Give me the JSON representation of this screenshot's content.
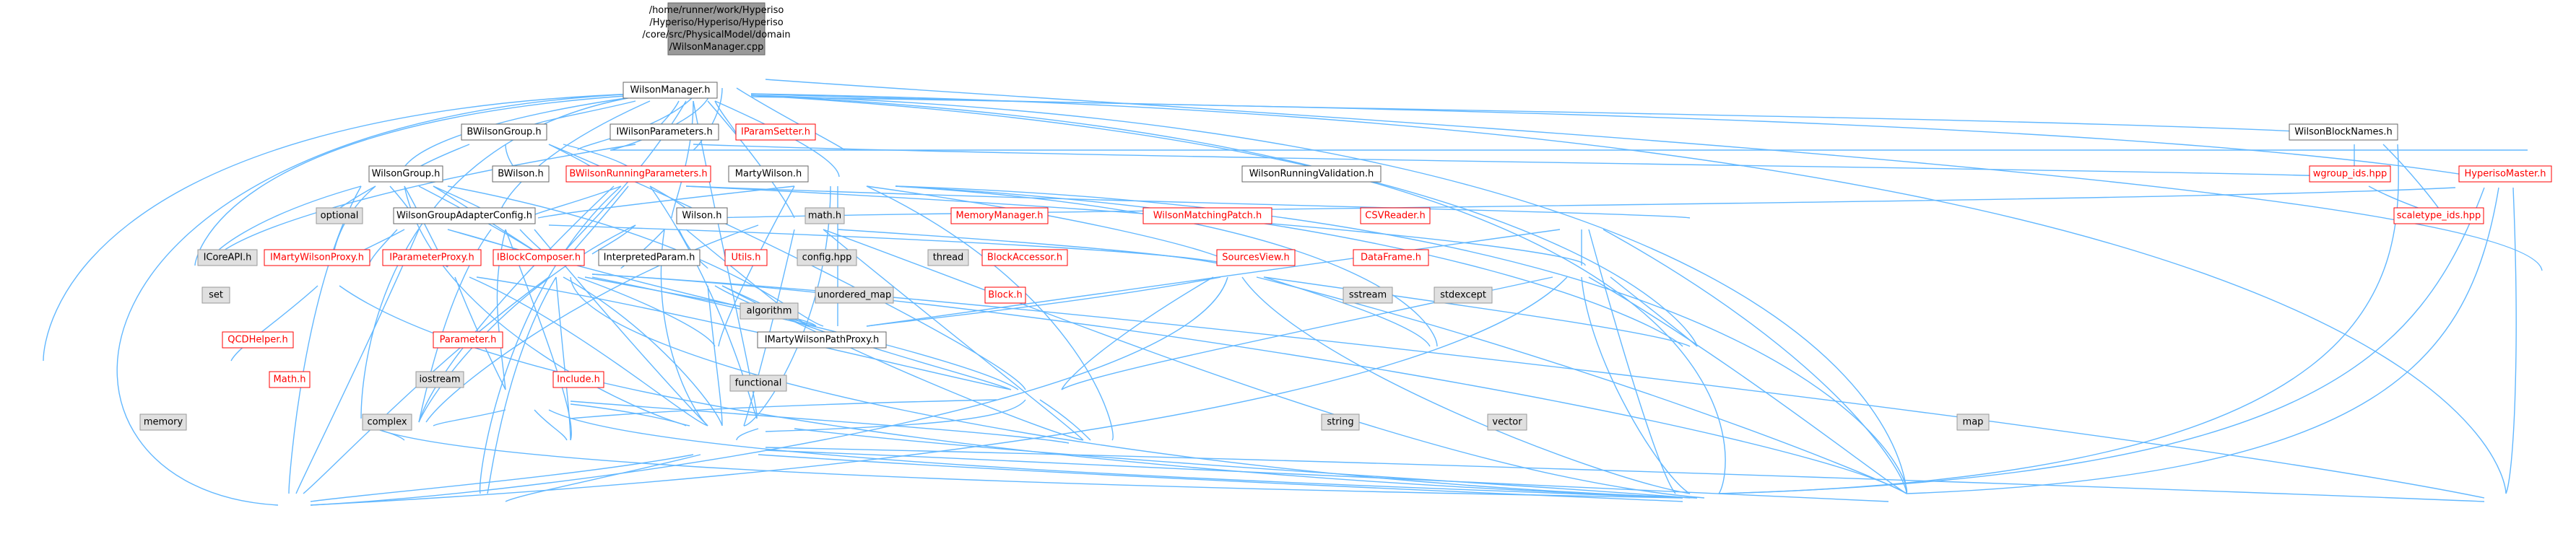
{
  "nodes": {
    "root": [
      "/home/runner/work/Hyperiso",
      "/Hyperiso/Hyperiso/Hyperiso",
      "/core/src/PhysicalModel/domain",
      "/WilsonManager.cpp"
    ],
    "wilsonmanager": "WilsonManager.h",
    "wilsonblocknames": "WilsonBlockNames.h",
    "wilsonrunningvalidation": "WilsonRunningValidation.h",
    "bwilsongroup": "BWilsonGroup.h",
    "iwilsonparameters": "IWilsonParameters.h",
    "iparamsetter": "IParamSetter.h",
    "hyperisomaster": "HyperisoMaster.h",
    "wgroup_ids": "wgroup_ids.hpp",
    "scaletype_ids": "scaletype_ids.hpp",
    "wilsongroup": "WilsonGroup.h",
    "bwilson": "BWilson.h",
    "bwilsonrunningparameters": "BWilsonRunningParameters.h",
    "martywilson": "MartyWilson.h",
    "optional": "optional",
    "wilsongroupadapterconfig": "WilsonGroupAdapterConfig.h",
    "wilson": "Wilson.h",
    "mathh_lower": "math.h",
    "memorymanager": "MemoryManager.h",
    "wilsonmatchingpatch": "WilsonMatchingPatch.h",
    "csvreader": "CSVReader.h",
    "icoreapi": "ICoreAPI.h",
    "imartywilsonproxy": "IMartyWilsonProxy.h",
    "iparameterproxy": "IParameterProxy.h",
    "iblockcomposer": "IBlockComposer.h",
    "interpretedparam": "InterpretedParam.h",
    "utils": "Utils.h",
    "config": "config.hpp",
    "thread": "thread",
    "blockaccessor": "BlockAccessor.h",
    "sourcesview": "SourcesView.h",
    "dataframe": "DataFrame.h",
    "set": "set",
    "algorithm": "algorithm",
    "unordered_map": "unordered_map",
    "block": "Block.h",
    "sstream": "sstream",
    "stdexcept": "stdexcept",
    "qcdhelper": "QCDHelper.h",
    "imartywilsonpathproxy": "IMartyWilsonPathProxy.h",
    "parameter": "Parameter.h",
    "iostream": "iostream",
    "functional": "functional",
    "math_cap": "Math.h",
    "include": "Include.h",
    "memory": "memory",
    "complex": "complex",
    "string": "string",
    "vector": "vector",
    "map": "map"
  },
  "colors": {
    "edge": "#63b8ff",
    "root_fill": "#999999",
    "red_border": "#ff0000",
    "grey_fill": "#e0e0e0"
  }
}
